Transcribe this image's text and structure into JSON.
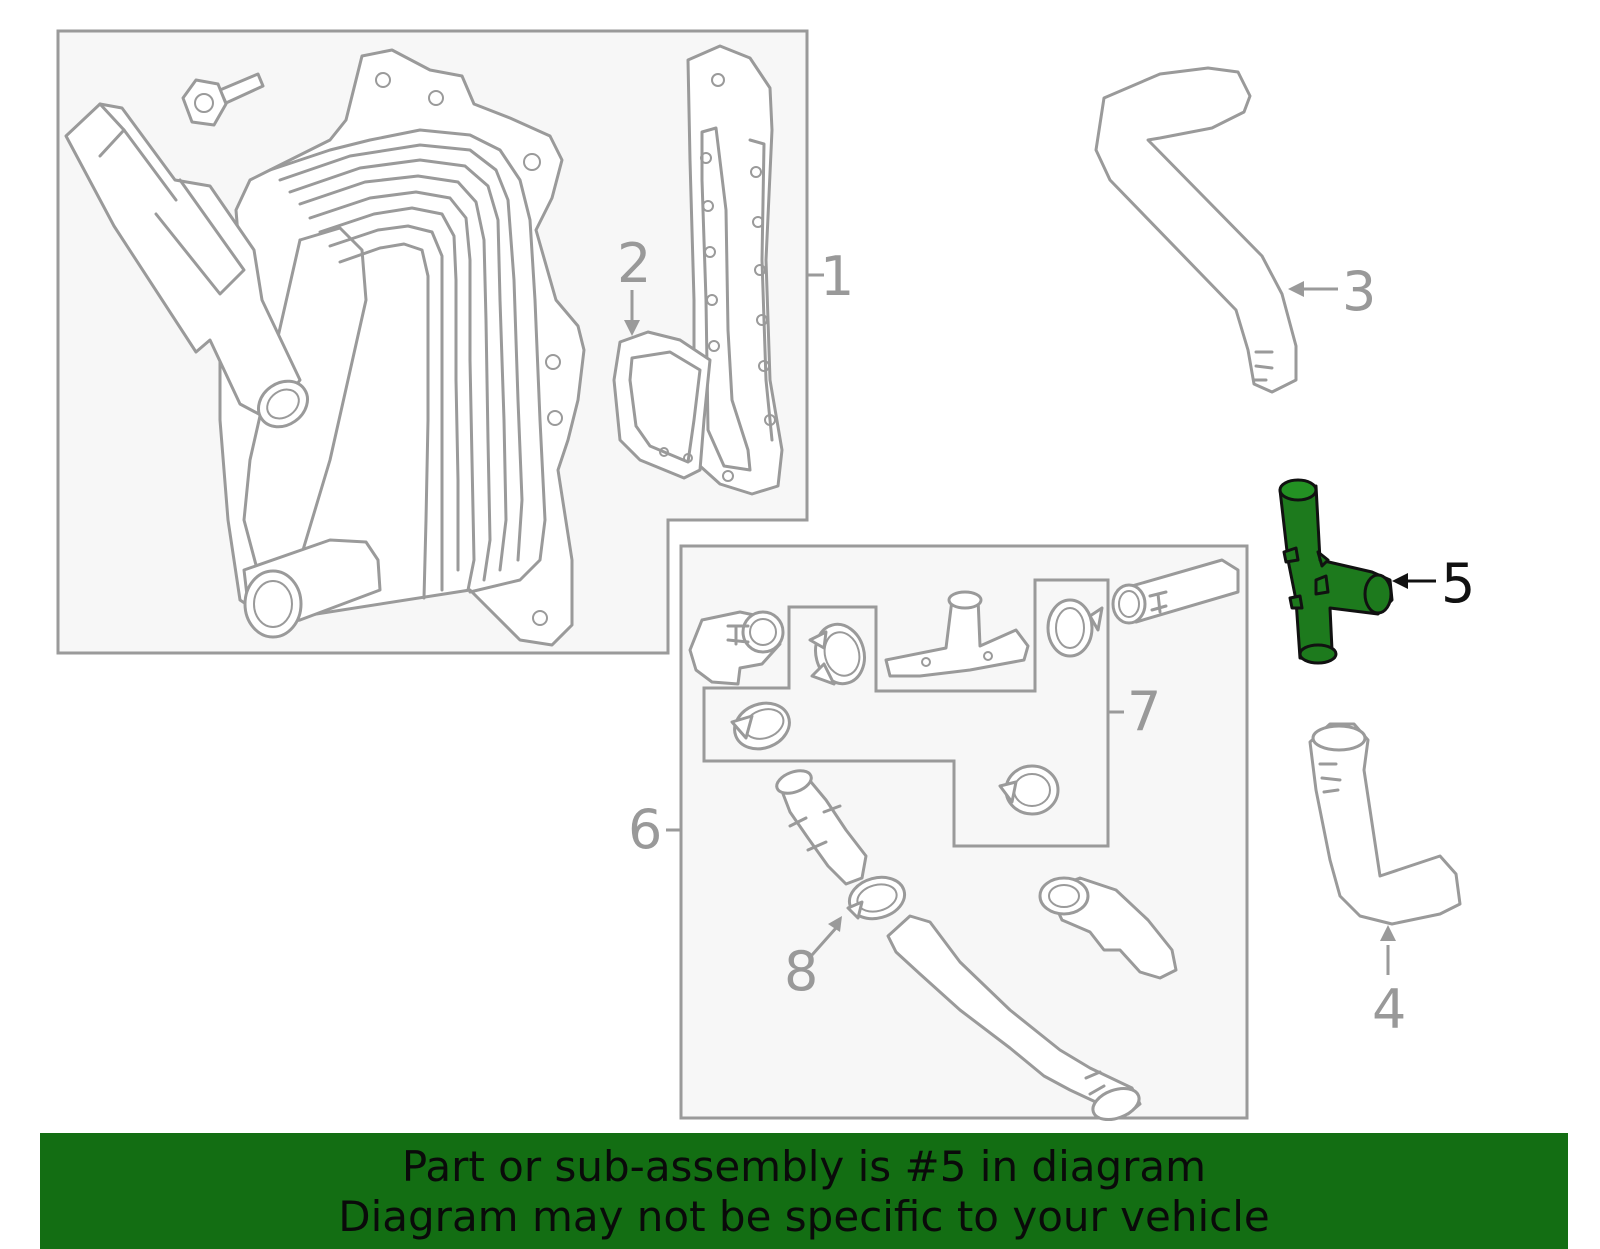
{
  "colors": {
    "highlight": "#1d7a1d",
    "banner": "#136e13",
    "line_gray": "#9a9a9a",
    "panel_fill": "#f7f7f7"
  },
  "callouts": [
    "1",
    "2",
    "3",
    "4",
    "5",
    "6",
    "7",
    "8"
  ],
  "highlighted_part": "5",
  "banner": {
    "line1": "Part or sub-assembly is #5 in diagram",
    "line2": "Diagram may not be specific to your vehicle"
  }
}
